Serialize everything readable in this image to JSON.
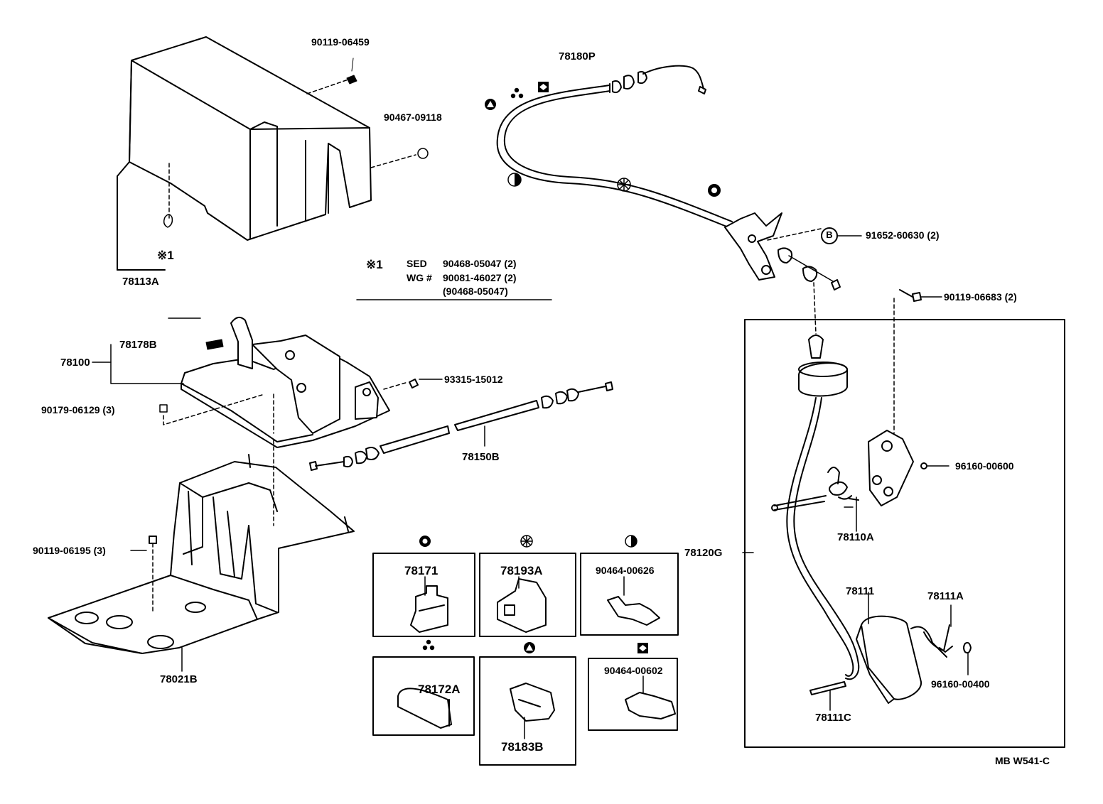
{
  "labels": {
    "p90119_06459": "90119-06459",
    "p90467_09118": "90467-09118",
    "p78180P": "78180P",
    "p91652_60630": "91652-60630 (2)",
    "p90119_06683": "90119-06683 (2)",
    "p78113A": "78113A",
    "mark1": "※1",
    "note_mark": "※1",
    "note_sed_prefix": "SED",
    "note_sed_part": "90468-05047 (2)",
    "note_wg_prefix": "WG #",
    "note_wg_part": "90081-46027 (2)",
    "note_wg_alt": "(90468-05047)",
    "p78178B": "78178B",
    "p78100": "78100",
    "p90179_06129": "90179-06129 (3)",
    "p93315_15012": "93315-15012",
    "p78150B": "78150B",
    "p96160_00600": "96160-00600",
    "p78120G": "78120G",
    "p78110A": "78110A",
    "p90119_06195": "90119-06195 (3)",
    "p78021B": "78021B",
    "p78171": "78171",
    "p78193A": "78193A",
    "p90464_00626": "90464-00626",
    "p78172A": "78172A",
    "p78183B": "78183B",
    "p90464_00602": "90464-00602",
    "p78111": "78111",
    "p78111A": "78111A",
    "p96160_00400": "96160-00400",
    "p78111C": "78111C",
    "ref_code": "MB W541-C",
    "callout_B": "B"
  },
  "symbols": [
    "filled-circle-ring",
    "asterisk-circle",
    "half-circle",
    "three-dots",
    "triangle-circle",
    "diamond-square"
  ]
}
